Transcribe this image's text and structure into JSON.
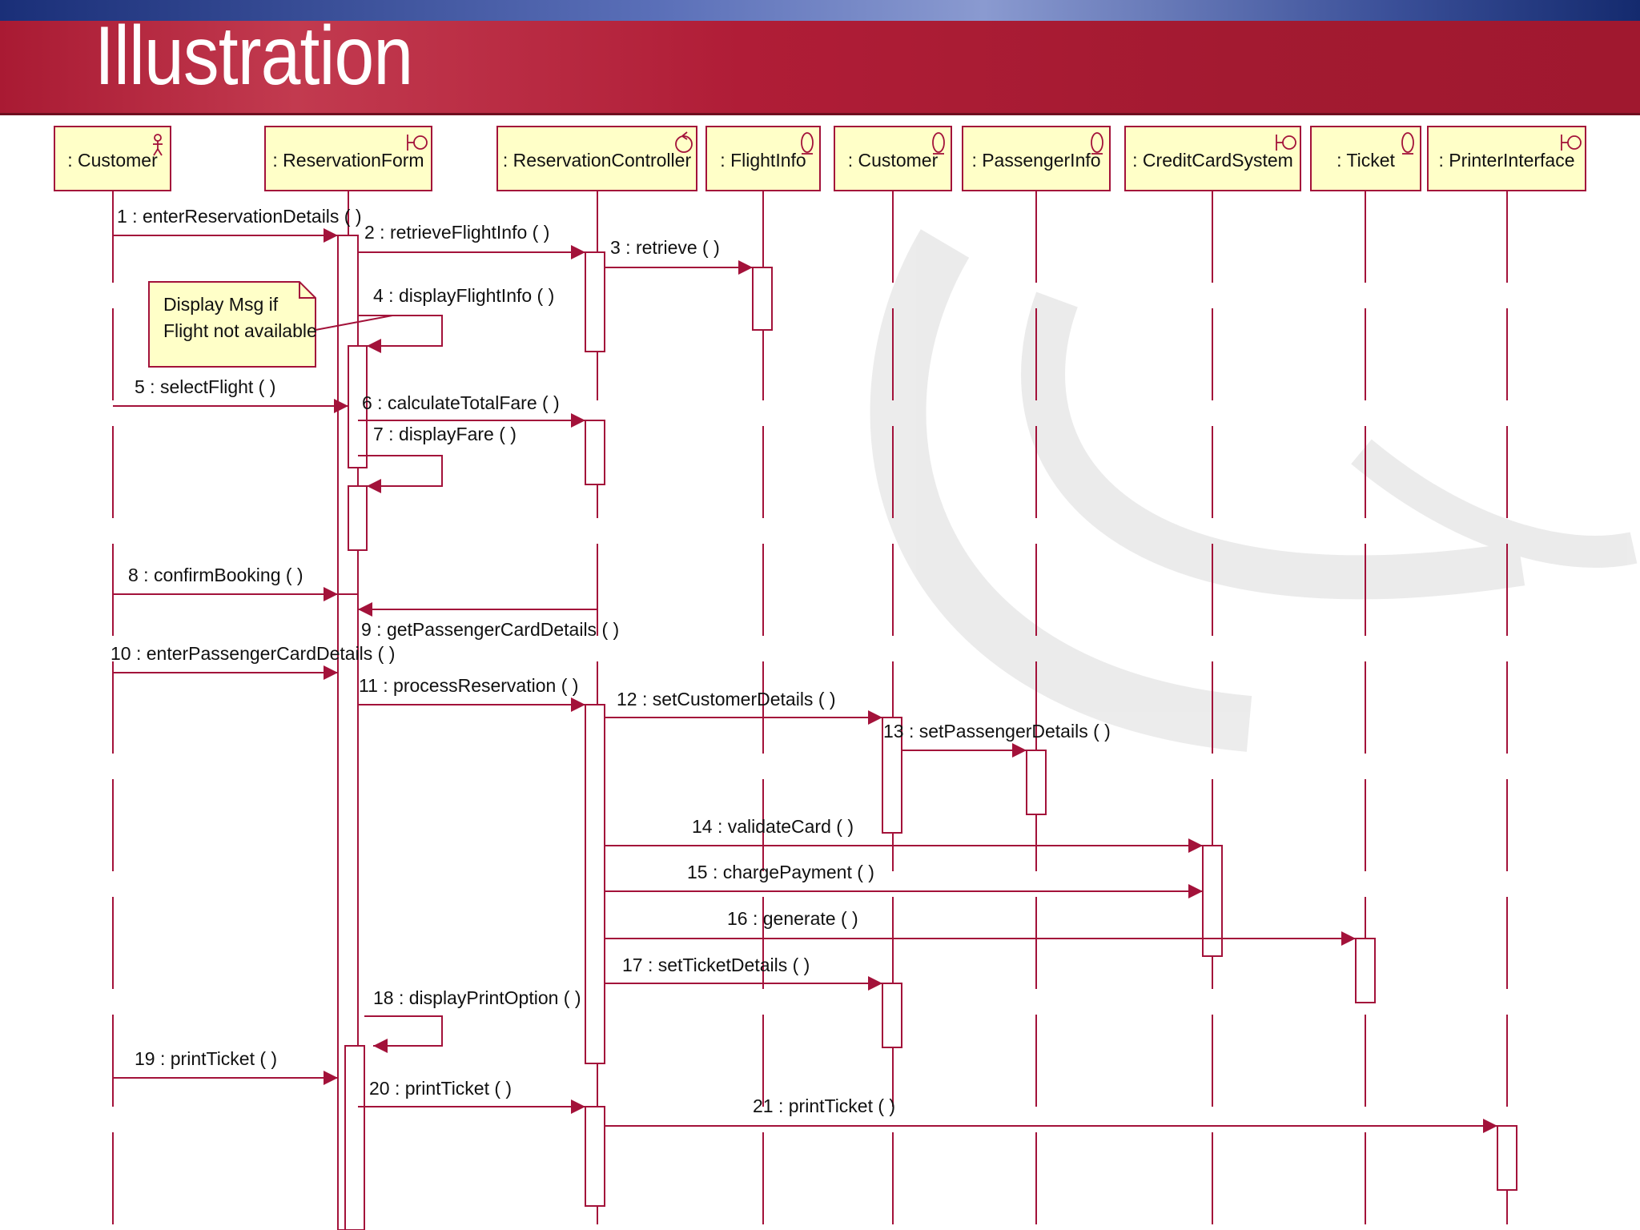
{
  "slide": {
    "title": "Illustration"
  },
  "colors": {
    "line": "#a3123a",
    "box_fill": "#ffffc8",
    "header_red": "#b01d37"
  },
  "objects": [
    {
      "id": "customer-actor",
      "label": ": Customer",
      "icon": "actor-icon"
    },
    {
      "id": "reservation-form",
      "label": ": ReservationForm",
      "icon": "boundary-icon"
    },
    {
      "id": "reservation-controller",
      "label": ": ReservationController",
      "icon": "control-icon"
    },
    {
      "id": "flight-info",
      "label": ": FlightInfo",
      "icon": "entity-icon"
    },
    {
      "id": "customer-entity",
      "label": ": Customer",
      "icon": "entity-icon"
    },
    {
      "id": "passenger-info",
      "label": ": PassengerInfo",
      "icon": "entity-icon"
    },
    {
      "id": "credit-card-system",
      "label": ": CreditCardSystem",
      "icon": "boundary-icon"
    },
    {
      "id": "ticket",
      "label": ": Ticket",
      "icon": "entity-icon"
    },
    {
      "id": "printer-interface",
      "label": ": PrinterInterface",
      "icon": "boundary-icon"
    }
  ],
  "note": {
    "lines": [
      "Display Msg if",
      "Flight not available"
    ]
  },
  "messages": [
    {
      "label": "1 : enterReservationDetails (  )",
      "from": "customer-actor",
      "to": "reservation-form"
    },
    {
      "label": "2 : retrieveFlightInfo (  )",
      "from": "reservation-form",
      "to": "reservation-controller"
    },
    {
      "label": "3 : retrieve (  )",
      "from": "reservation-controller",
      "to": "flight-info"
    },
    {
      "label": "4 : displayFlightInfo (  )",
      "from": "reservation-form",
      "to": "reservation-form"
    },
    {
      "label": "5 : selectFlight (  )",
      "from": "customer-actor",
      "to": "reservation-form"
    },
    {
      "label": "6 : calculateTotalFare (  )",
      "from": "reservation-form",
      "to": "reservation-controller"
    },
    {
      "label": "7 : displayFare (  )",
      "from": "reservation-form",
      "to": "reservation-form"
    },
    {
      "label": "8 : confirmBooking (  )",
      "from": "customer-actor",
      "to": "reservation-form"
    },
    {
      "label": "9 : getPassengerCardDetails (  )",
      "from": "reservation-controller",
      "to": "reservation-form"
    },
    {
      "label": "10 : enterPassengerCardDetails (  )",
      "from": "customer-actor",
      "to": "reservation-form"
    },
    {
      "label": "11 : processReservation (  )",
      "from": "reservation-form",
      "to": "reservation-controller"
    },
    {
      "label": "12 : setCustomerDetails (  )",
      "from": "reservation-controller",
      "to": "customer-entity"
    },
    {
      "label": "13 : setPassengerDetails (  )",
      "from": "customer-entity",
      "to": "passenger-info"
    },
    {
      "label": "14 : validateCard (  )",
      "from": "reservation-controller",
      "to": "credit-card-system"
    },
    {
      "label": "15 : chargePayment (  )",
      "from": "reservation-controller",
      "to": "credit-card-system"
    },
    {
      "label": "16 : generate (  )",
      "from": "reservation-controller",
      "to": "ticket"
    },
    {
      "label": "17 : setTicketDetails (  )",
      "from": "reservation-controller",
      "to": "customer-entity"
    },
    {
      "label": "18 : displayPrintOption (  )",
      "from": "reservation-form",
      "to": "reservation-form"
    },
    {
      "label": "19 : printTicket (  )",
      "from": "customer-actor",
      "to": "reservation-form"
    },
    {
      "label": "20 : printTicket (  )",
      "from": "reservation-form",
      "to": "reservation-controller"
    },
    {
      "label": "21 : printTicket (  )",
      "from": "reservation-controller",
      "to": "printer-interface"
    }
  ]
}
